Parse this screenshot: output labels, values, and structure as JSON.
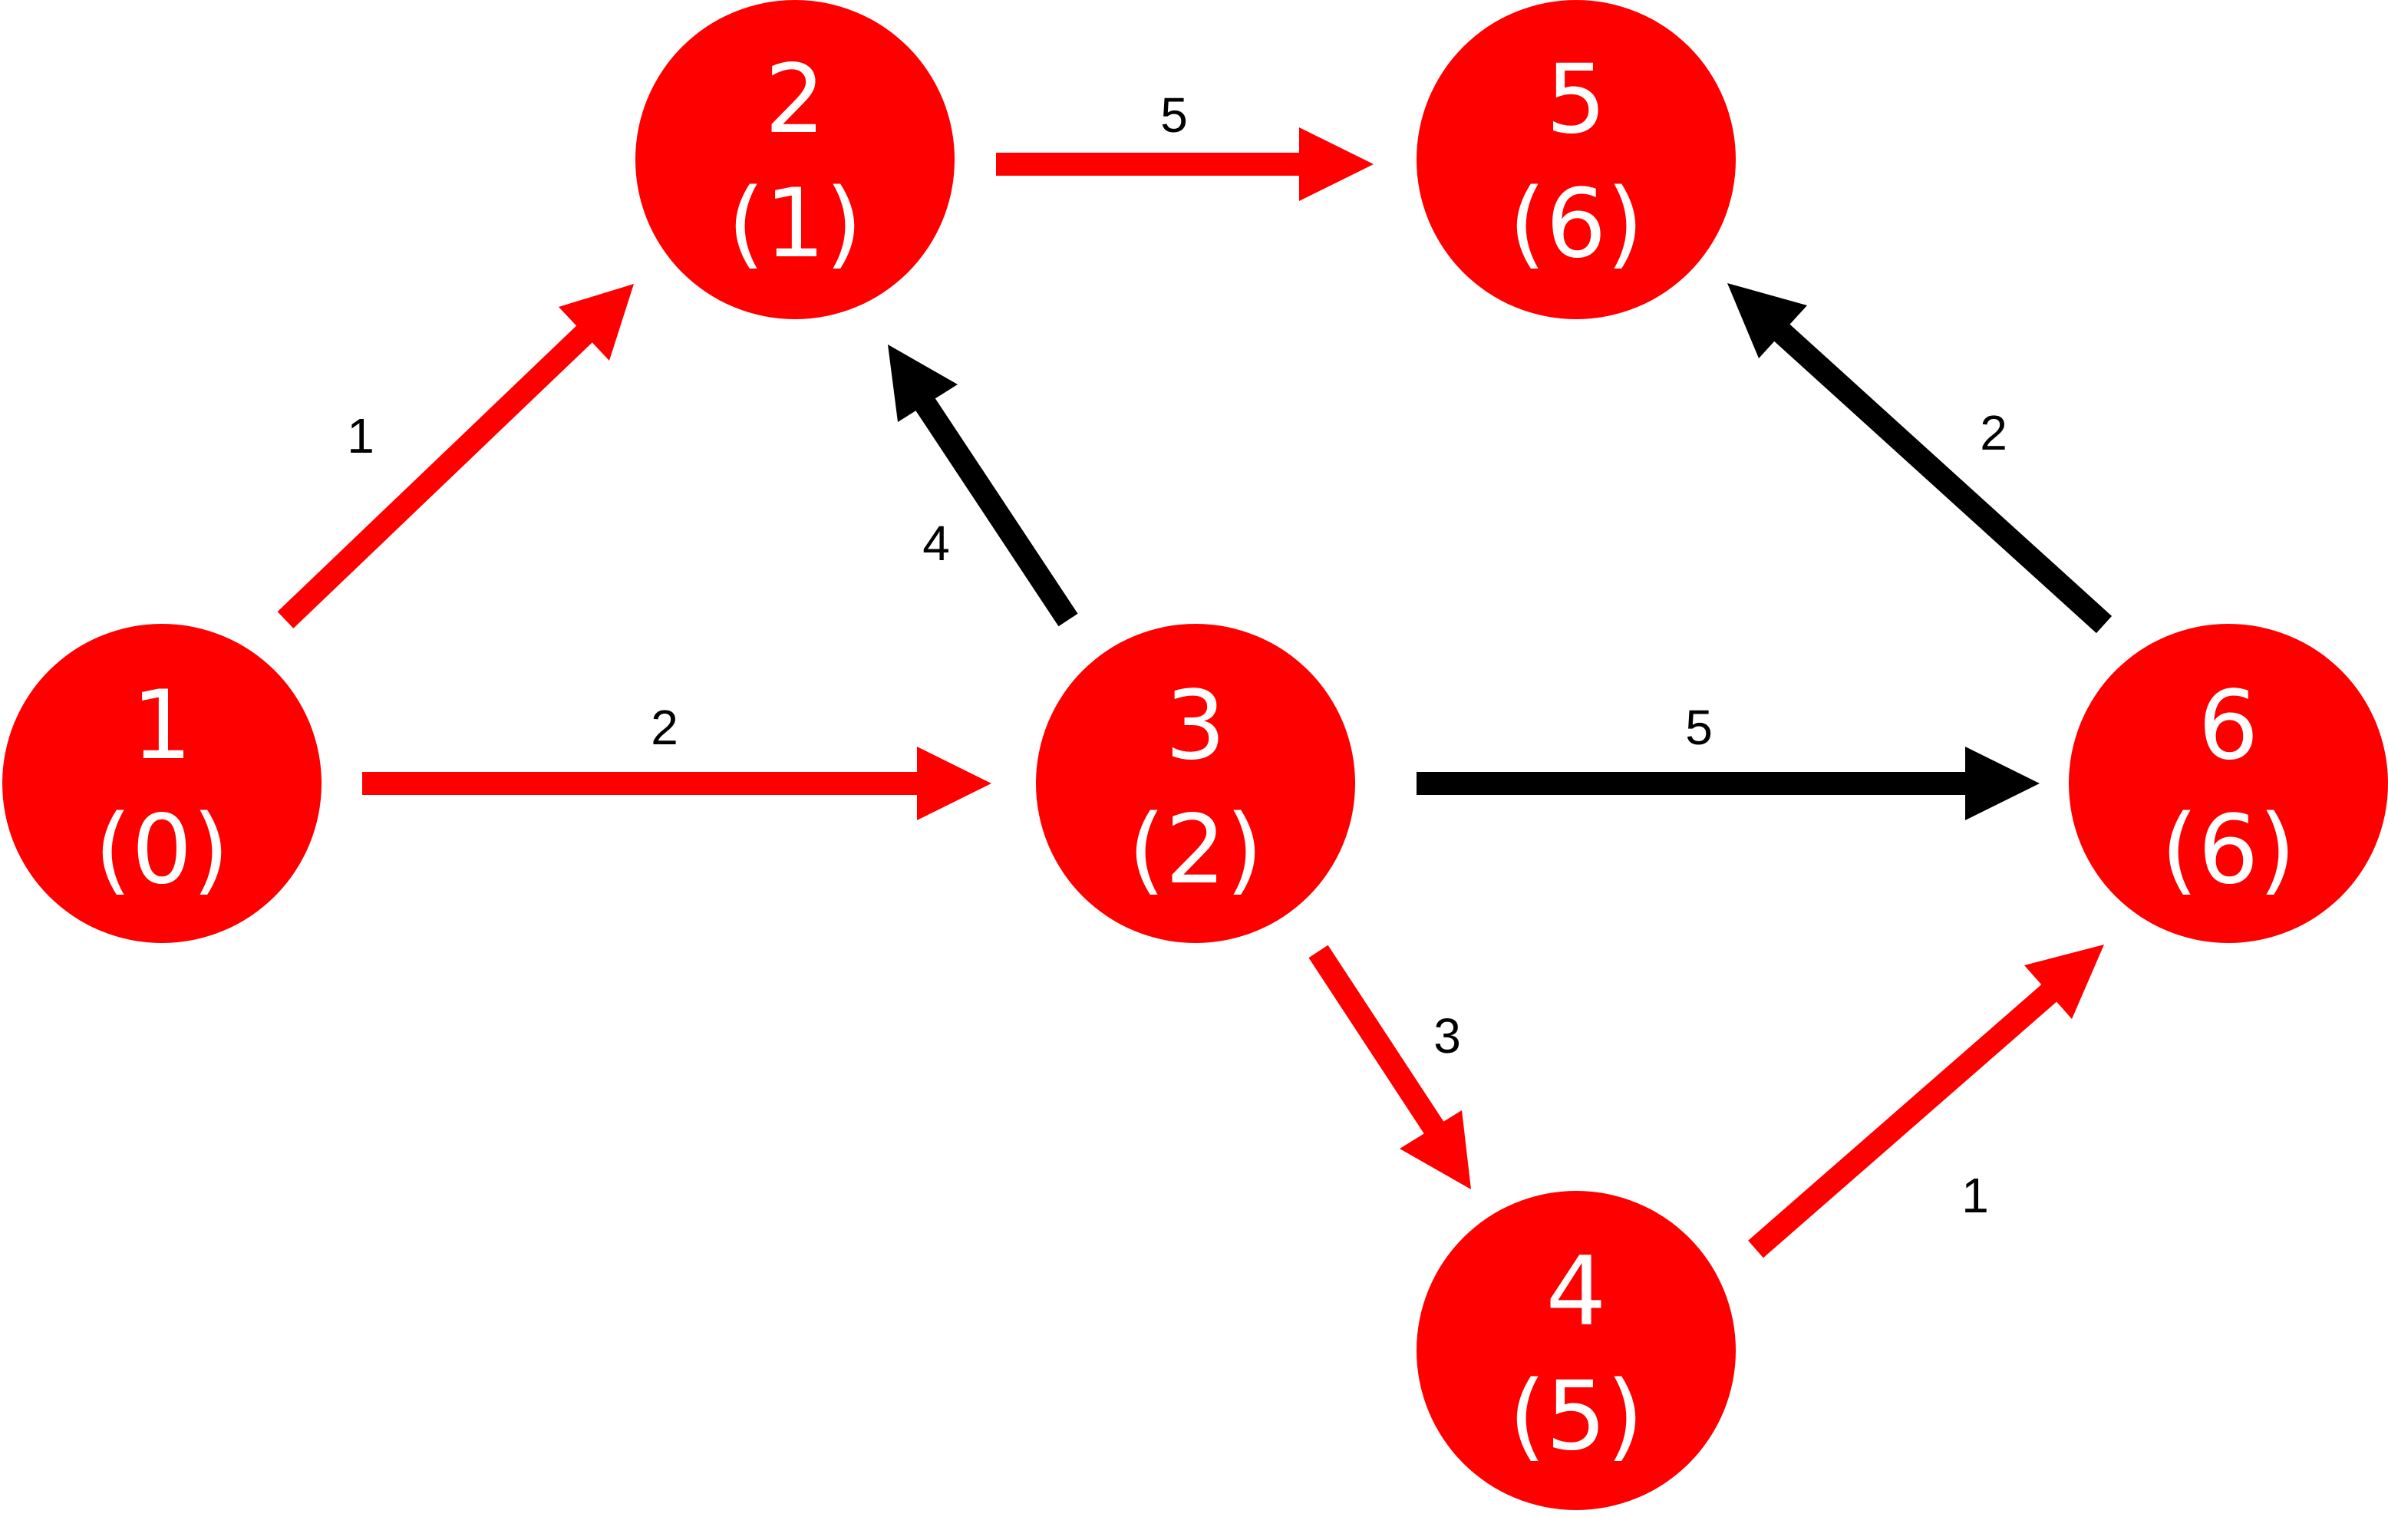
{
  "diagram": {
    "type": "weighted-directed-graph",
    "colors": {
      "node": "#ff0000",
      "node_text": "#ffffff",
      "path_edge": "#ff0000",
      "other_edge": "#000000",
      "weight_text": "#000000"
    },
    "nodes": [
      {
        "id": "1",
        "label": "1",
        "distance": "(0)"
      },
      {
        "id": "2",
        "label": "2",
        "distance": "(1)"
      },
      {
        "id": "3",
        "label": "3",
        "distance": "(2)"
      },
      {
        "id": "4",
        "label": "4",
        "distance": "(5)"
      },
      {
        "id": "5",
        "label": "5",
        "distance": "(6)"
      },
      {
        "id": "6",
        "label": "6",
        "distance": "(6)"
      }
    ],
    "edges": [
      {
        "from": "1",
        "to": "2",
        "weight": "1",
        "on_path": true
      },
      {
        "from": "1",
        "to": "3",
        "weight": "2",
        "on_path": true
      },
      {
        "from": "2",
        "to": "5",
        "weight": "5",
        "on_path": true
      },
      {
        "from": "3",
        "to": "2",
        "weight": "4",
        "on_path": false
      },
      {
        "from": "3",
        "to": "6",
        "weight": "5",
        "on_path": false
      },
      {
        "from": "3",
        "to": "4",
        "weight": "3",
        "on_path": true
      },
      {
        "from": "4",
        "to": "6",
        "weight": "1",
        "on_path": true
      },
      {
        "from": "6",
        "to": "5",
        "weight": "2",
        "on_path": false
      }
    ]
  }
}
